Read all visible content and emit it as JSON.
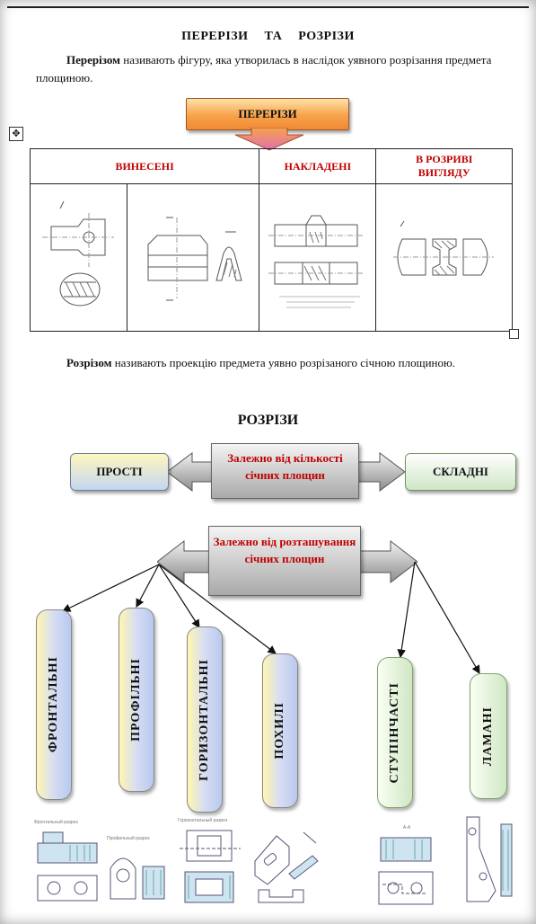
{
  "page": {
    "title": "ПЕРЕРІЗИ   ТА   РОЗРІЗИ",
    "intro_bold": "Перерізом",
    "intro_rest": " називають фігуру, яка утворилась в наслідок уявного розрізання предмета площиною.",
    "sections_button": "ПЕРЕРІЗИ",
    "table_headers": [
      "ВИНЕСЕНІ",
      "НАКЛАДЕНІ",
      "В РОЗРИВІ ВИГЛЯДУ"
    ],
    "cuts_bold": "Розрізом",
    "cuts_rest": " називають проекцію предмета уявно розрізаного січною площиною.",
    "cuts_title": "РОЗРІЗИ",
    "simple_label": "ПРОСТІ",
    "complex_label": "СКЛАДНІ",
    "criterion_count": "Залежно від кількості січних площин",
    "criterion_position": "Залежно від розташування січних площин",
    "types": [
      "ФРОНТАЛЬНІ",
      "ПРОФІЛЬНІ",
      "ГОРИЗОНТАЛЬНІ",
      "ПОХИЛІ",
      "СТУПІНЧАСТІ",
      "ЛАМАНІ"
    ],
    "thumb_captions": [
      "Фронтальный разрез",
      "Профильный разрез",
      "Горизонтальный разрез",
      "А-А"
    ]
  },
  "colors": {
    "accent_red": "#c00000",
    "orange": "#f7a24a",
    "simple_box": "#c4d6ef",
    "complex_box": "#cfe6c5"
  }
}
